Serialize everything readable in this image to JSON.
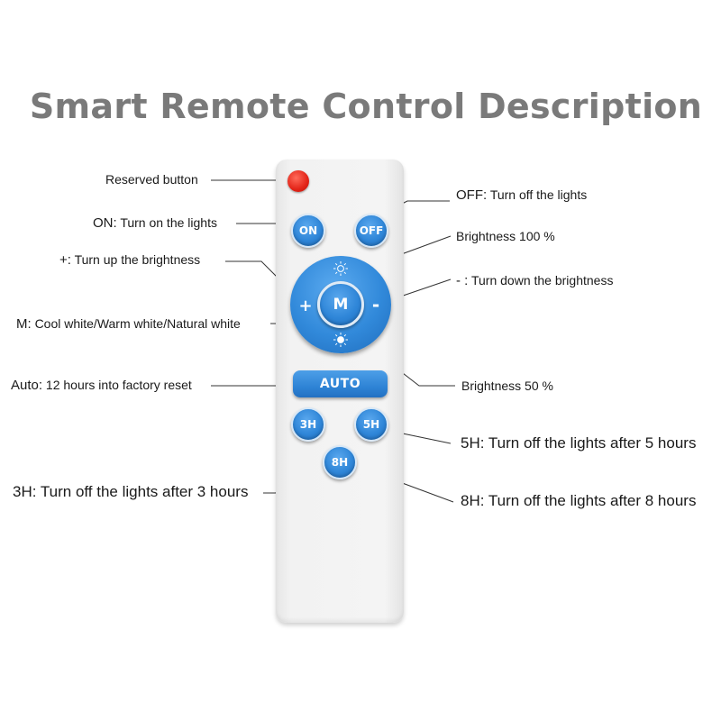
{
  "title": "Smart Remote Control Description",
  "remote": {
    "buttons": {
      "on": "ON",
      "off": "OFF",
      "plus": "+",
      "m": "M",
      "minus": "-",
      "auto": "AUTO",
      "h3": "3H",
      "h5": "5H",
      "h8": "8H"
    }
  },
  "labels": {
    "reserved": {
      "key": "",
      "text": "Reserved button"
    },
    "off": {
      "key": "OFF:",
      "text": "Turn off the lights"
    },
    "on": {
      "key": "ON:",
      "text": "Turn on the lights"
    },
    "brightness_100": {
      "key": "",
      "text": "Brightness 100 %"
    },
    "plus": {
      "key": "+:",
      "text": "Turn up the brightness"
    },
    "minus": {
      "key": "- :",
      "text": "Turn down the brightness"
    },
    "m": {
      "key": "M:",
      "text": "Cool white/Warm white/Natural white"
    },
    "auto": {
      "key": "Auto:",
      "text": "12 hours into factory reset"
    },
    "brightness_50": {
      "key": "",
      "text": "Brightness 50 %"
    },
    "h5": {
      "key": "5H:",
      "text": "Turn off the lights after 5 hours"
    },
    "h3": {
      "key": "3H:",
      "text": "Turn off the lights after 3 hours"
    },
    "h8": {
      "key": "8H:",
      "text": "Turn off the lights after 8 hours"
    }
  },
  "colors": {
    "title": "#7a7a7a",
    "button_blue": "#2f86d8",
    "reserved_red": "#e32418",
    "remote_body": "#f2f2f2"
  }
}
